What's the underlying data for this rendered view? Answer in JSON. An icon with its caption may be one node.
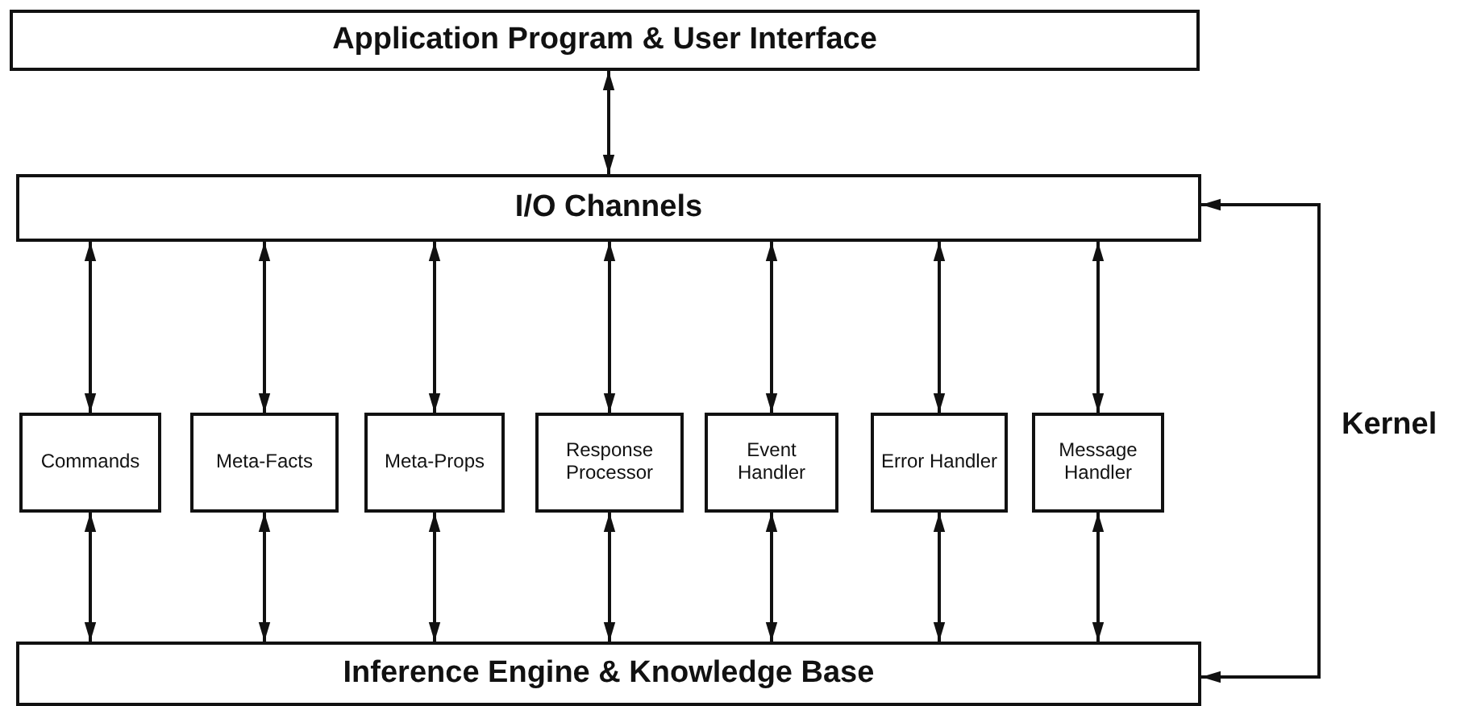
{
  "diagram": {
    "nodes": [
      {
        "text": [
          "Application Program & User Interface"
        ]
      },
      {
        "text": [
          "I/O Channels"
        ]
      },
      {
        "text": [
          "Commands"
        ]
      },
      {
        "text": [
          "Meta-Facts"
        ]
      },
      {
        "text": [
          "Meta-Props"
        ]
      },
      {
        "text": [
          "Response Processor"
        ]
      },
      {
        "text": [
          "Event Handler"
        ]
      },
      {
        "text": [
          "Error Handler"
        ]
      },
      {
        "text": [
          "Message Handler"
        ]
      },
      {
        "text": [
          "Inference Engine & Knowledge Base"
        ]
      }
    ],
    "edges": [
      {
        "from": 0,
        "to": 1,
        "arrow": "both"
      },
      {
        "from": 1,
        "to": 2,
        "arrow": "both"
      },
      {
        "from": 1,
        "to": 3,
        "arrow": "both"
      },
      {
        "from": 1,
        "to": 4,
        "arrow": "both"
      },
      {
        "from": 1,
        "to": 5,
        "arrow": "both"
      },
      {
        "from": 1,
        "to": 6,
        "arrow": "both"
      },
      {
        "from": 1,
        "to": 7,
        "arrow": "both"
      },
      {
        "from": 1,
        "to": 8,
        "arrow": "both"
      },
      {
        "from": 2,
        "to": 9,
        "arrow": "both"
      },
      {
        "from": 3,
        "to": 9,
        "arrow": "both"
      },
      {
        "from": 4,
        "to": 9,
        "arrow": "both"
      },
      {
        "from": 5,
        "to": 9,
        "arrow": "both"
      },
      {
        "from": 6,
        "to": 9,
        "arrow": "both"
      },
      {
        "from": 7,
        "to": 9,
        "arrow": "both"
      },
      {
        "from": 8,
        "to": 9,
        "arrow": "both"
      },
      {
        "from": 1,
        "to": 9,
        "label": "Kernel",
        "arrow": "both"
      }
    ]
  }
}
